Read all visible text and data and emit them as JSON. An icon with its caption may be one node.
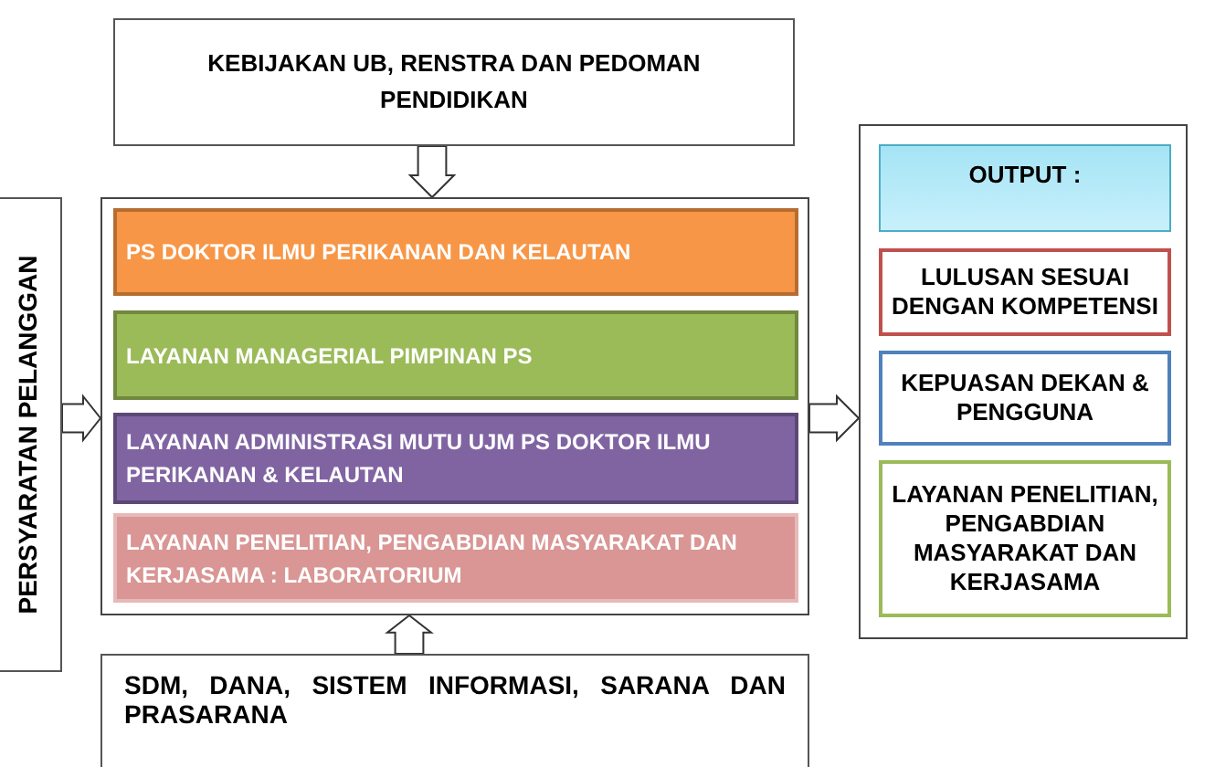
{
  "diagram": {
    "nodes": [
      {
        "text": [
          "KEBIJAKAN UB, RENSTRA DAN PEDOMAN PENDIDIKAN"
        ]
      },
      {
        "text": [
          "PERSYARATAN PELANGGAN"
        ]
      },
      {
        "text": [],
        "shape": "box"
      },
      {
        "text": [
          "PS DOKTOR ILMU PERIKANAN DAN KELAUTAN"
        ],
        "in": 2
      },
      {
        "text": [
          "LAYANAN MANAGERIAL PIMPINAN PS"
        ],
        "in": 2
      },
      {
        "text": [
          "LAYANAN ADMINISTRASI MUTU UJM PS DOKTOR ILMU PERIKANAN & KELAUTAN"
        ],
        "in": 2
      },
      {
        "text": [
          "LAYANAN PENELITIAN, PENGABDIAN MASYARAKAT DAN KERJASAMA : LABORATORIUM"
        ],
        "in": 2
      },
      {
        "text": [],
        "shape": "box"
      },
      {
        "text": [
          "OUTPUT :"
        ],
        "in": 7
      },
      {
        "text": [
          "LULUSAN SESUAI DENGAN KOMPETENSI"
        ],
        "in": 7
      },
      {
        "text": [
          "KEPUASAN DEKAN & PENGGUNA"
        ],
        "in": 7
      },
      {
        "text": [
          "LAYANAN PENELITIAN, PENGABDIAN MASYARAKAT DAN KERJASAMA"
        ],
        "in": 7
      },
      {
        "text": [
          "SDM, DANA, SISTEM INFORMASI, SARANA DAN PRASARANA"
        ]
      }
    ],
    "edges": [
      {
        "from": 0,
        "to": 2,
        "arrow": "to"
      },
      {
        "from": 1,
        "to": 2,
        "arrow": "to"
      },
      {
        "from": 2,
        "to": 7,
        "arrow": "to"
      },
      {
        "from": 12,
        "to": 2,
        "arrow": "to"
      }
    ]
  }
}
